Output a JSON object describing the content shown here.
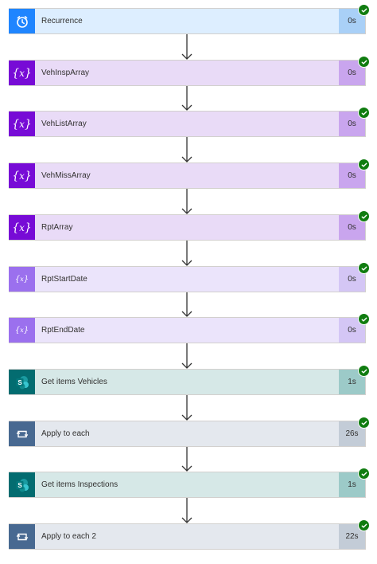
{
  "steps": [
    {
      "label": "Recurrence",
      "duration": "0s",
      "icon": "alarm-clock-icon",
      "kind": "recurrence"
    },
    {
      "label": "VehInspArray",
      "duration": "0s",
      "icon": "variable-icon",
      "kind": "variable"
    },
    {
      "label": "VehListArray",
      "duration": "0s",
      "icon": "variable-icon",
      "kind": "variable"
    },
    {
      "label": "VehMissArray",
      "duration": "0s",
      "icon": "variable-icon",
      "kind": "variable"
    },
    {
      "label": "RptArray",
      "duration": "0s",
      "icon": "variable-icon",
      "kind": "variable"
    },
    {
      "label": "RptStartDate",
      "duration": "0s",
      "icon": "variable-light-icon",
      "kind": "variable-light"
    },
    {
      "label": "RptEndDate",
      "duration": "0s",
      "icon": "variable-light-icon",
      "kind": "variable-light"
    },
    {
      "label": "Get items Vehicles",
      "duration": "1s",
      "icon": "sharepoint-icon",
      "kind": "sharepoint"
    },
    {
      "label": "Apply to each",
      "duration": "26s",
      "icon": "loop-icon",
      "kind": "loop"
    },
    {
      "label": "Get items Inspections",
      "duration": "1s",
      "icon": "sharepoint-icon",
      "kind": "sharepoint"
    },
    {
      "label": "Apply to each 2",
      "duration": "22s",
      "icon": "loop-icon",
      "kind": "loop"
    }
  ],
  "status": "succeeded",
  "colors": {
    "recurrence": {
      "icon": "#1f85ff",
      "body": "#ddeeff",
      "dur": "#a9d0f7"
    },
    "variable": {
      "icon": "#770bd6",
      "body": "#e9dbf7",
      "dur": "#c9a5ee"
    },
    "variable-light": {
      "icon": "#9b70ee",
      "body": "#ebe4fb",
      "dur": "#d4c6f5"
    },
    "sharepoint": {
      "icon": "#036c70",
      "body": "#d6e8e7",
      "dur": "#9ccac8"
    },
    "loop": {
      "icon": "#486991",
      "body": "#e4e8ee",
      "dur": "#c3ccd7"
    },
    "success": "#107c10"
  }
}
